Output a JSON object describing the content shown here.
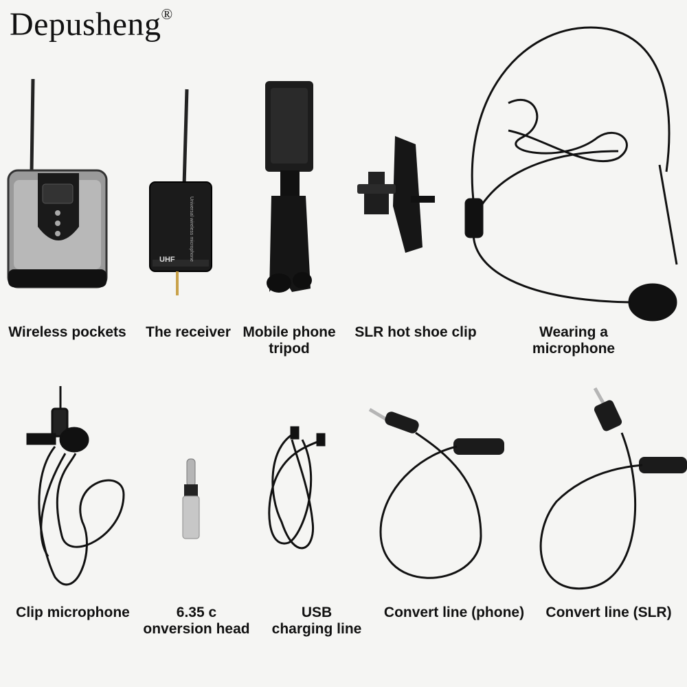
{
  "brand": {
    "name": "Depusheng",
    "mark": "®"
  },
  "items": [
    {
      "name": "wireless-pocket-transmitter",
      "lines": [
        "Wireless pockets"
      ]
    },
    {
      "name": "receiver",
      "lines": [
        "The receiver"
      ],
      "device_text": "UHF",
      "device_side_text": "Universal wireless microphone"
    },
    {
      "name": "mobile-phone-tripod",
      "lines": [
        "Mobile phone",
        "tripod"
      ]
    },
    {
      "name": "slr-hot-shoe-clip",
      "lines": [
        "SLR hot shoe clip"
      ]
    },
    {
      "name": "headset-microphone",
      "lines": [
        "Wearing a",
        "microphone"
      ]
    },
    {
      "name": "clip-microphone",
      "lines": [
        "Clip microphone"
      ]
    },
    {
      "name": "conversion-head",
      "lines": [
        "6.35 c",
        "onversion head"
      ]
    },
    {
      "name": "usb-charging-line",
      "lines": [
        "USB",
        "charging line"
      ]
    },
    {
      "name": "convert-line-phone",
      "lines": [
        "Convert line (phone)"
      ]
    },
    {
      "name": "convert-line-slr",
      "lines": [
        "Convert line (SLR)"
      ]
    }
  ]
}
